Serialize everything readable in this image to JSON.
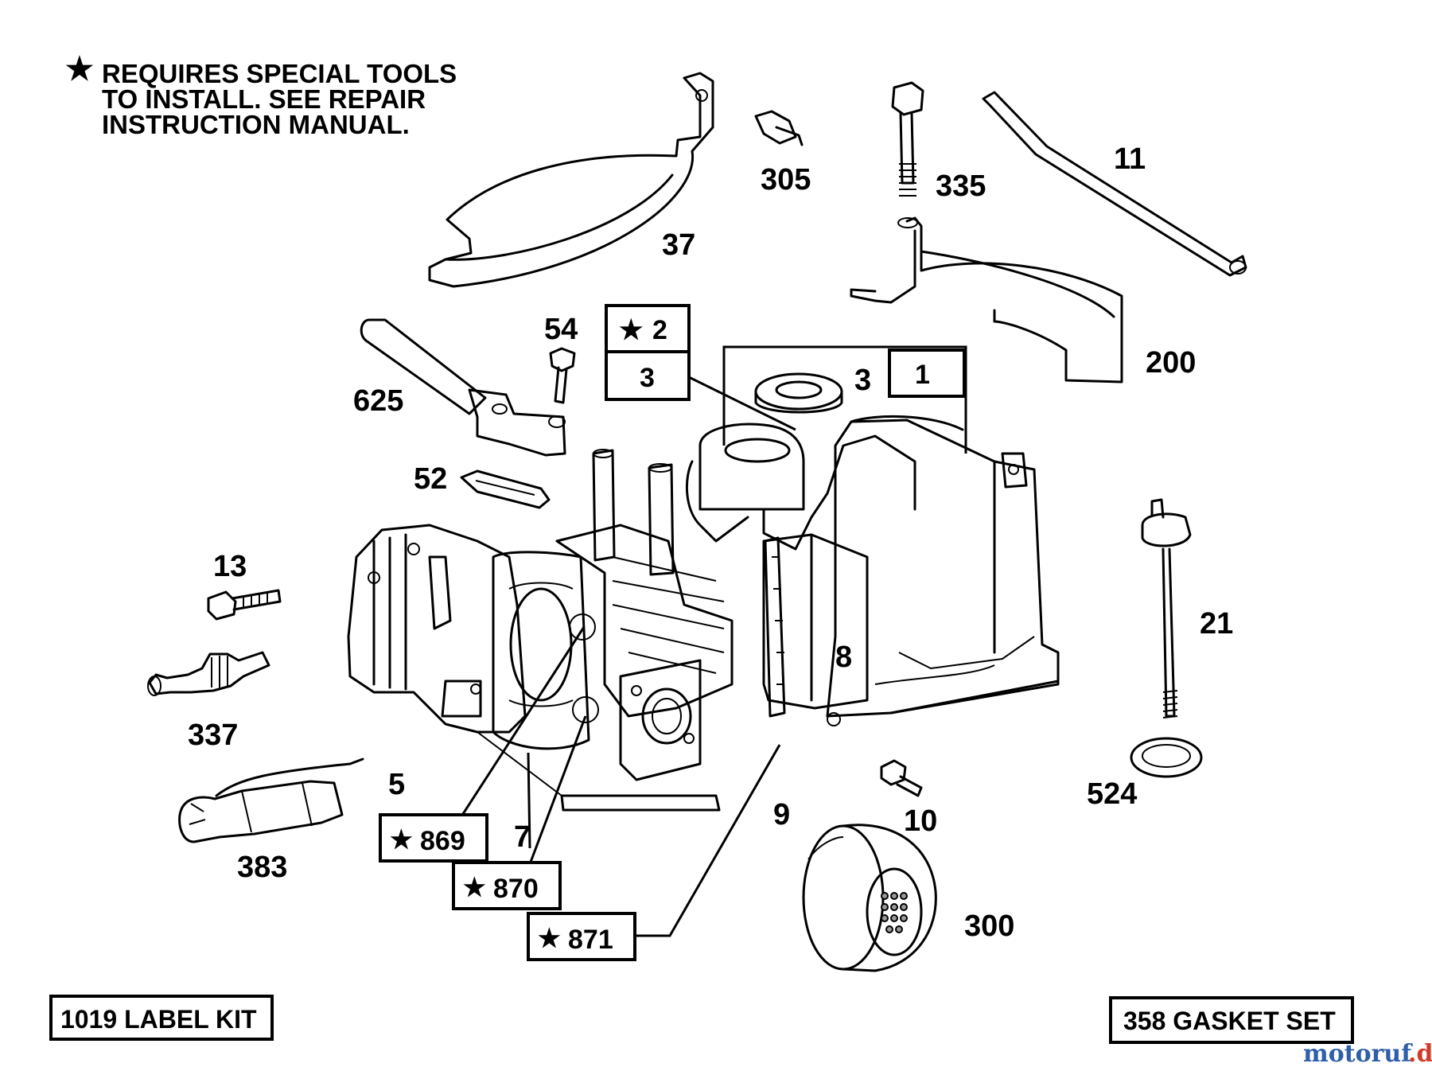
{
  "note": {
    "line1": "REQUIRES SPECIAL TOOLS",
    "line2": "TO INSTALL.  SEE REPAIR",
    "line3": "INSTRUCTION MANUAL."
  },
  "callouts": {
    "p305": "305",
    "p335": "335",
    "p11": "11",
    "p37": "37",
    "p54": "54",
    "p625": "625",
    "p3a": "3",
    "p200": "200",
    "p52": "52",
    "p13": "13",
    "p21": "21",
    "p8": "8",
    "p337": "337",
    "p5": "5",
    "p9": "9",
    "p10": "10",
    "p524": "524",
    "p7": "7",
    "p383": "383",
    "p300": "300"
  },
  "boxed": {
    "b2": "2",
    "b3": "3",
    "b1": "1",
    "b869": "869",
    "b870": "870",
    "b871": "871"
  },
  "kits": {
    "label_kit": "1019 LABEL KIT",
    "gasket_set": "358 GASKET SET"
  },
  "watermark": {
    "brand": "motoruf",
    "suffix": ".de"
  },
  "colors": {
    "ink": "#000000",
    "background": "#ffffff",
    "watermark_primary": "#2e5fa8",
    "watermark_accent": "#d13b2a"
  },
  "icons": [
    "star-icon"
  ]
}
